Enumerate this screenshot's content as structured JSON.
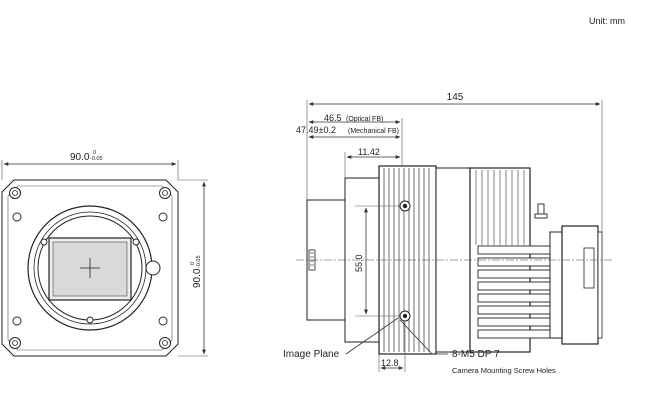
{
  "unit_label": "Unit: mm",
  "front_view": {
    "width_value": "90.0",
    "width_tolerance_upper": "0",
    "width_tolerance_lower": "-0.05",
    "height_value": "90.0",
    "height_tolerance_upper": "0",
    "height_tolerance_lower": "-0.05"
  },
  "side_view": {
    "overall_length": "145",
    "optical_fb_value": "46.5",
    "optical_fb_label": "(Optical FB)",
    "mechanical_fb_value": "47.49±0.2",
    "mechanical_fb_label": "(Mechanical FB)",
    "flange_offset": "11.42",
    "hole_spacing": "55.0",
    "hole_depth_offset": "12.8",
    "image_plane_label": "Image Plane",
    "screw_spec": "8-M5 DP 7",
    "screw_note": "Camera Mounting Screw Holes"
  },
  "colors": {
    "line": "#222222",
    "body_fill": "#ffffff",
    "sensor_fill": "#d9d9d9"
  }
}
